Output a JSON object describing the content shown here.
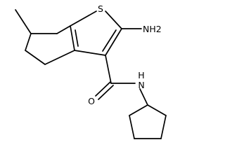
{
  "molecule": {
    "atom_labels": {
      "sulfur": "S",
      "amine": "NH2",
      "amide_nitrogen": "N",
      "amide_hydrogen": "H",
      "oxygen": "O"
    }
  },
  "colors": {
    "bond": "#000000",
    "background": "#ffffff"
  }
}
